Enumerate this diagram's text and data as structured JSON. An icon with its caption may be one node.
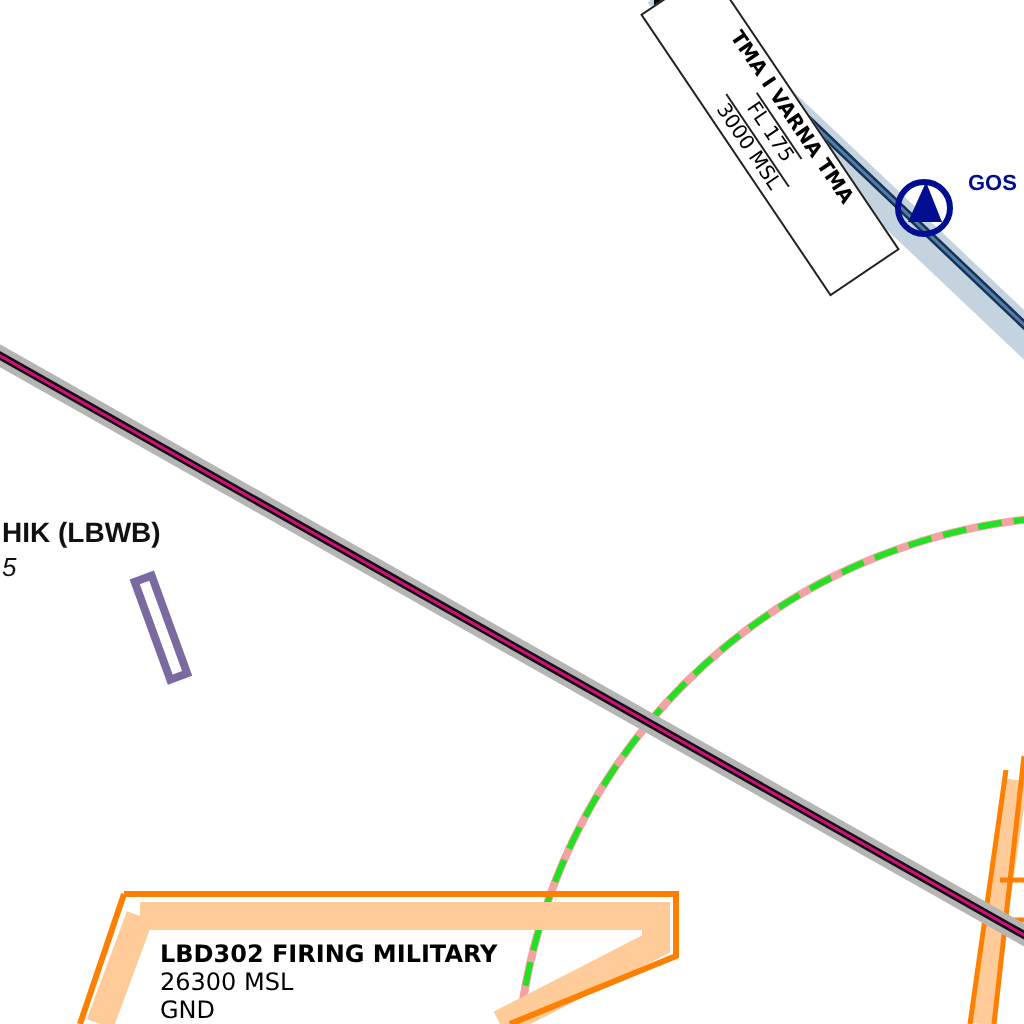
{
  "diagram": {
    "nodes": [
      {
        "text": [
          "TMA I VARNA TMA",
          "FL 175",
          "3000 MSL"
        ]
      },
      {
        "text": [
          "LBD302 FIRING MILITARY",
          "26300 MSL",
          "GND"
        ]
      }
    ],
    "labels": [
      "GOS",
      "HIK (LBWB)",
      "5"
    ]
  }
}
